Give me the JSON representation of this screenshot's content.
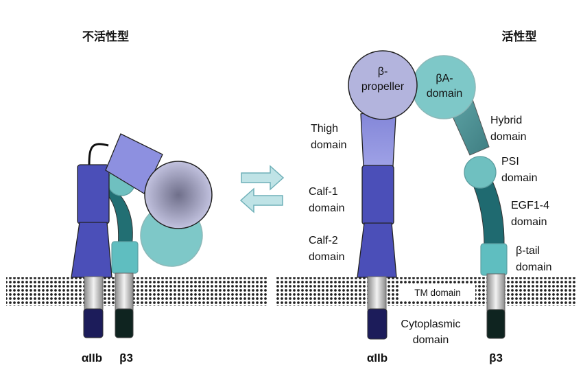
{
  "titles": {
    "inactive": "不活性型",
    "active": "活性型"
  },
  "subunits": {
    "alpha": "αIIb",
    "beta": "β3"
  },
  "domains": {
    "beta_propeller_line1": "β-",
    "beta_propeller_line2": "propeller",
    "betaA_line1": "βA-",
    "betaA_line2": "domain",
    "thigh_line1": "Thigh",
    "thigh_line2": "domain",
    "calf1_line1": "Calf-1",
    "calf1_line2": "domain",
    "calf2_line1": "Calf-2",
    "calf2_line2": "domain",
    "hybrid_line1": "Hybrid",
    "hybrid_line2": "domain",
    "psi_line1": "PSI",
    "psi_line2": "domain",
    "egf_line1": "EGF1-4",
    "egf_line2": "domain",
    "btail_line1": "β-tail",
    "btail_line2": "domain",
    "tm": "TM domain",
    "cyto_line1": "Cytoplasmic",
    "cyto_line2": "domain"
  },
  "colors": {
    "alpha_dark": "#4b4fb8",
    "alpha_light": "#9c9fe4",
    "propeller": "#b3b4dd",
    "beta_teal": "#2d8a8a",
    "beta_light": "#7ec8c8",
    "arrow_fill": "#bfe3e6",
    "arrow_stroke": "#6fb0b8"
  }
}
